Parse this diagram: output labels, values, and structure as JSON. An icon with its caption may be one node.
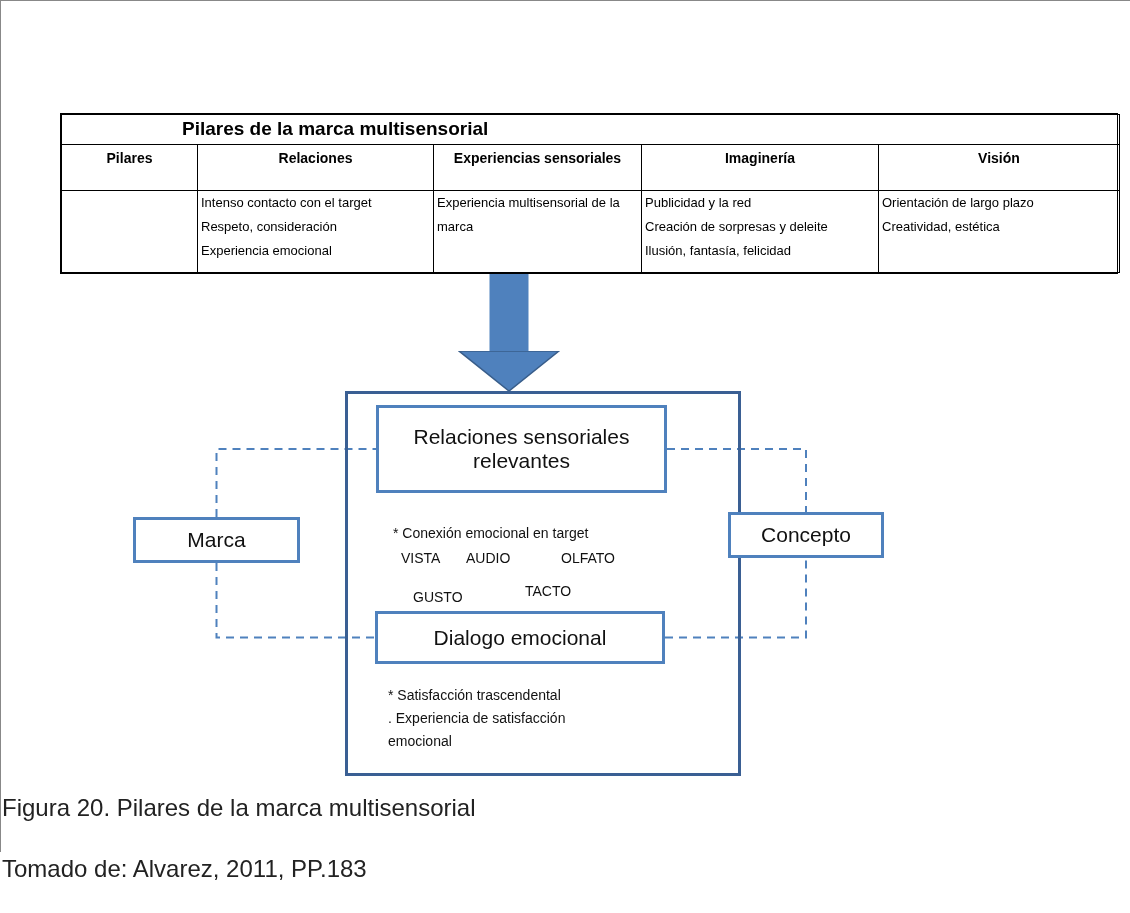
{
  "diagram": {
    "caption": "Figura 20. Pilares de la marca multisensorial",
    "nodes": [
      {
        "text": [
          "Pilares de la marca multisensorial"
        ]
      },
      {
        "text": [
          "* Conexión emocional en target",
          "VISTA",
          "AUDIO",
          "OLFATO",
          "GUSTO",
          "TACTO",
          "* Satisfacción trascendental",
          ". Experiencia de satisfacción emocional"
        ]
      },
      {
        "text": [
          "Relaciones sensoriales relevantes"
        ],
        "in": 1
      },
      {
        "text": [
          "Dialogo emocional"
        ],
        "in": 1
      },
      {
        "text": [
          "Marca"
        ]
      },
      {
        "text": [
          "Concepto"
        ]
      }
    ],
    "edges": [
      {
        "from": 0,
        "to": 1,
        "arrow": "to",
        "style": "thick"
      },
      {
        "from": 4,
        "to": 2,
        "arrow": "none",
        "style": "dashed"
      },
      {
        "from": 4,
        "to": 3,
        "arrow": "none",
        "style": "dashed"
      },
      {
        "from": 2,
        "to": 5,
        "arrow": "none",
        "style": "dashed"
      },
      {
        "from": 3,
        "to": 5,
        "arrow": "none",
        "style": "dashed"
      }
    ],
    "labels": [
      "Pilares",
      "Relaciones",
      "Experiencias sensoriales",
      "Imaginería",
      "Visión",
      "Intenso contacto con el target",
      "Respeto, consideración",
      "Experiencia emocional",
      "Experiencia multisensorial de la marca",
      "Publicidad y la red",
      "Creación de sorpresas y deleite",
      "Ilusión, fantasía, felicidad",
      "Orientación de largo plazo",
      "Creatividad, estética",
      "Tomado de: Alvarez, 2011, PP.183"
    ]
  }
}
